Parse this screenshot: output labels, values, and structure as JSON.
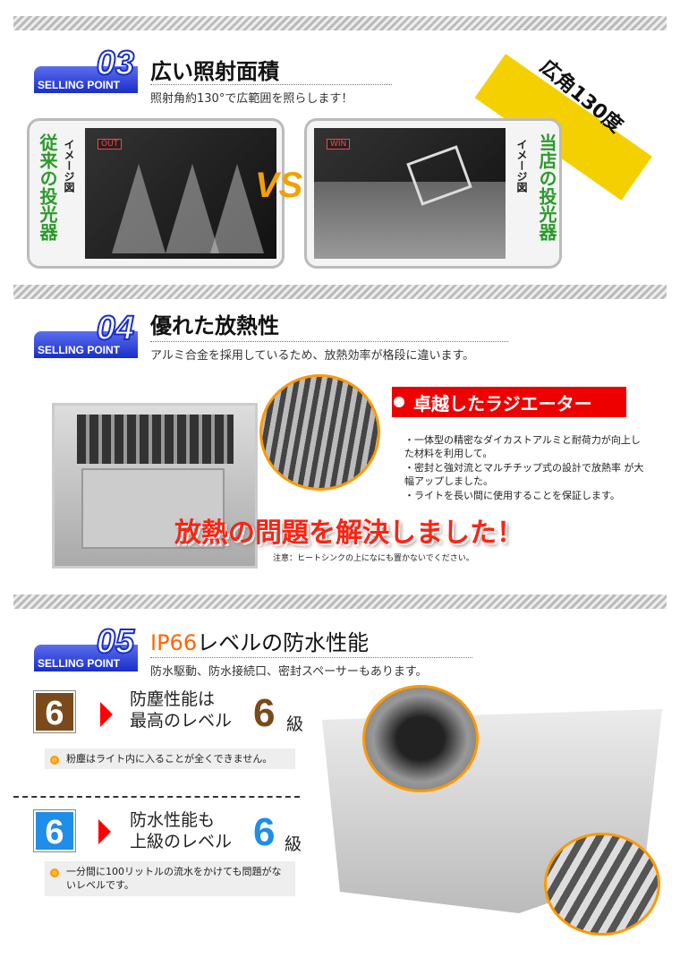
{
  "section3": {
    "number": "03",
    "label": "SELLING POINT",
    "title": "広い照射面積",
    "subtitle": "照射角約130°で広範囲を照らします！",
    "corner_badge": "広角130度",
    "left_panel": {
      "heading": "従来の投光器",
      "caption": "イメージ図",
      "tag": "OUT"
    },
    "vs": "VS",
    "right_panel": {
      "heading": "当店の投光器",
      "caption": "イメージ図",
      "tag": "WIN"
    }
  },
  "section4": {
    "number": "04",
    "label": "SELLING POINT",
    "title": "優れた放熱性",
    "subtitle": "アルミ合金を採用しているため、放熱効率が格段に違います。",
    "banner": "卓越したラジエーター",
    "bullets": [
      "・一体型の精密なダイカストアルミと耐荷力が向上した材料を利用して。",
      "・密封と強対流とマルチチップ式の設計で放熱率 が大幅アップしました。",
      "・ライトを長い間に使用することを保証します。"
    ],
    "headline": "放熱の問題を解決しました！",
    "notice": "注意：ヒートシンクの上になにも置かないでください。"
  },
  "section5": {
    "number": "05",
    "label": "SELLING POINT",
    "title_prefix": "IP66",
    "title": "レベルの防水性能",
    "subtitle": "防水駆動、防水接続口、密封スペーサーもあります。",
    "dust": {
      "digit": "6",
      "line1": "防塵性能は",
      "line2": "最高のレベル",
      "grade": "6",
      "unit": "級",
      "note": "粉塵はライト内に入ることが全くできません。",
      "color": "#7a4a1a"
    },
    "water": {
      "digit": "6",
      "line1": "防水性能も",
      "line2": "上級のレベル",
      "grade": "6",
      "unit": "級",
      "note": "一分間に100リットルの流水をかけても問題がないレベルです。",
      "color": "#1e8ee8"
    }
  }
}
